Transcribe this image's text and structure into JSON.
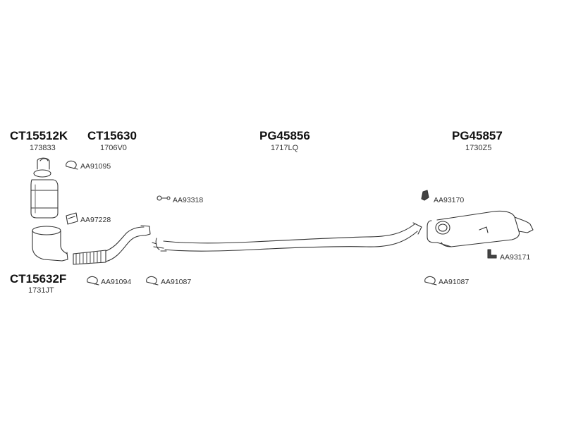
{
  "parts": {
    "catalyst_top": {
      "code": "CT15512K",
      "ref": "173833"
    },
    "front_pipe": {
      "code": "CT15630",
      "ref": "1706V0"
    },
    "middle_pipe": {
      "code": "PG45856",
      "ref": "1717LQ"
    },
    "rear_silencer": {
      "code": "PG45857",
      "ref": "1730Z5"
    },
    "catalyst_bottom": {
      "code": "CT15632F",
      "ref": "1731JT"
    }
  },
  "accessories": {
    "a1": "AA91095",
    "a2": "AA97228",
    "a3": "AA93318",
    "a4": "AA93170",
    "a5": "AA93171",
    "a6": "AA91094",
    "a7": "AA91087",
    "a8": "AA91087"
  }
}
